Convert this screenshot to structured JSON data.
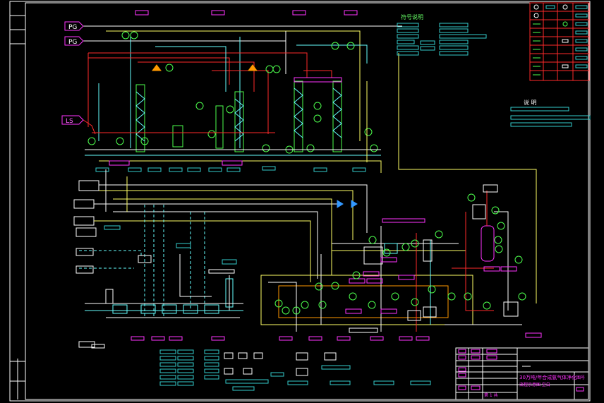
{
  "inlet_tags": {
    "pg_top": "PG",
    "pg_second": "PG",
    "ls": "LS"
  },
  "legend_title": "符号说明",
  "notes_title": "说 明",
  "title_block": {
    "drawing_title": "30万吨/年合成氨气体净化",
    "drawing_subtitle": "流程示意图  空白",
    "sheet_label": "第 1 共",
    "drawing_no": "图号"
  },
  "colors": {
    "background": "#000000",
    "frame": "#ffffff",
    "process_line": "#ffff66",
    "steam_line": "#ff2a2a",
    "instrument_line": "#66ffff",
    "equipment": "#4dff4d",
    "tag_magenta": "#ff33ff",
    "tag_cyan": "#33cccc",
    "arrow": "#3399ff"
  }
}
